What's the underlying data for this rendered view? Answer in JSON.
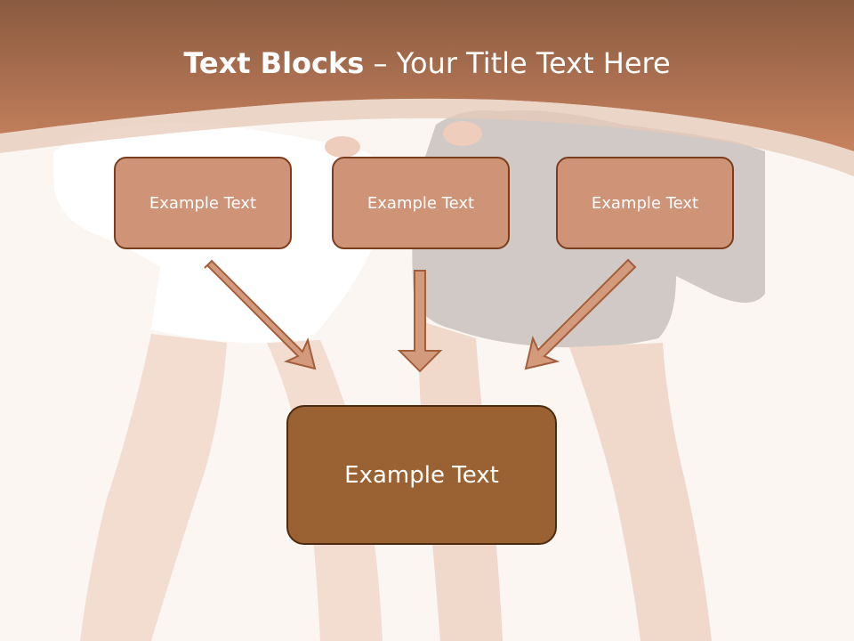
{
  "slide": {
    "title_bold": "Text Blocks",
    "title_dash": " – ",
    "title_regular": "Your Title Text Here"
  },
  "blocks": {
    "left": "Example Text",
    "center": "Example Text",
    "right": "Example Text",
    "bottom": "Example Text"
  },
  "colors": {
    "header_top": "#8a5a40",
    "header_bottom": "#c7825e",
    "block_fill": "#cf9478",
    "block_border": "#7a3e1f",
    "bottom_fill": "#9a6232",
    "bottom_border": "#4d2b10",
    "arrow_fill": "#d39a7b",
    "arrow_stroke": "#a35f3c"
  }
}
